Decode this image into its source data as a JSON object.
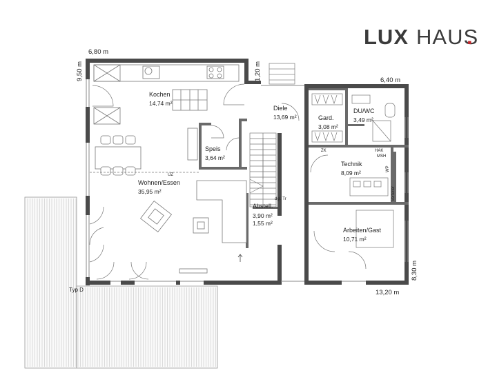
{
  "brand": {
    "part1": "LUX",
    "part2": "HAUS",
    "dot": ".",
    "accent_color": "#c0282d"
  },
  "rooms": {
    "kochen": {
      "name": "Kochen",
      "area": "14,74 m²"
    },
    "diele": {
      "name": "Diele",
      "area": "13,69 m²"
    },
    "gard": {
      "name": "Gard.",
      "area": "3,08 m²"
    },
    "duwc": {
      "name": "DU/WC",
      "area": "3,49 m²"
    },
    "speis": {
      "name": "Speis",
      "area": "3,64 m²"
    },
    "technik": {
      "name": "Technik",
      "area": "8,09 m²"
    },
    "wohnen": {
      "name": "Wohnen/Essen",
      "area": "35,95 m²"
    },
    "abstell": {
      "name": "Abstell.",
      "area1": "3,90 m²",
      "area2": "1,55 m²"
    },
    "arbeiten": {
      "name": "Arbeiten/Gast",
      "area": "10,71 m²"
    }
  },
  "dimensions": {
    "top_left": "6,80 m",
    "left_side": "9,50 m",
    "middle": "1,20 m",
    "top_right": "6,40 m",
    "right_side": "8,30 m",
    "bottom_right": "13,20 m"
  },
  "labels": {
    "typ": "Typ D",
    "dgl": "dgl. Tr",
    "uz": "UZ",
    "hak": "HAK",
    "msh": "MSH",
    "wp": "WP",
    "verteiler": "Verteiler",
    "zk": "ZK"
  }
}
